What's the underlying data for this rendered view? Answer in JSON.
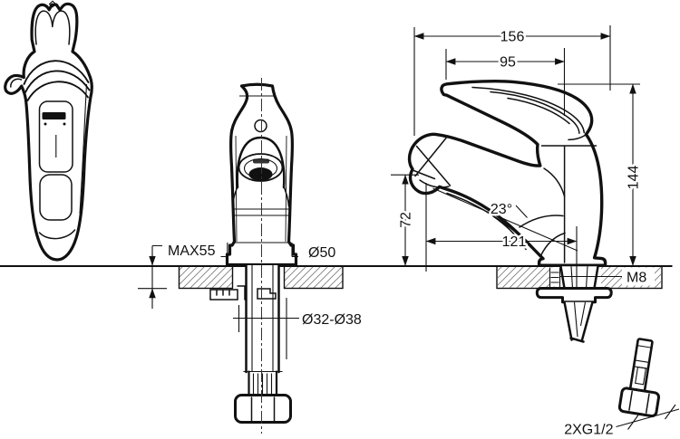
{
  "drawing": {
    "background": "#ffffff",
    "line_color": "#111111",
    "hatch_color": "#808080",
    "views": {
      "top_view": "faucet top view",
      "front_view": "faucet front view",
      "side_view": "faucet side view",
      "connector": "hose connector"
    },
    "labels": {
      "overall_depth": "156",
      "handle_reach": "95",
      "overall_height": "144",
      "spout_height": "72",
      "spout_angle": "23°",
      "spout_reach": "121",
      "max_deck_thickness": "MAX55",
      "base_diameter": "Ø50",
      "mounting_hole": "Ø32-Ø38",
      "stud_thread": "M8",
      "hose_connection": "2XG1/2"
    }
  }
}
